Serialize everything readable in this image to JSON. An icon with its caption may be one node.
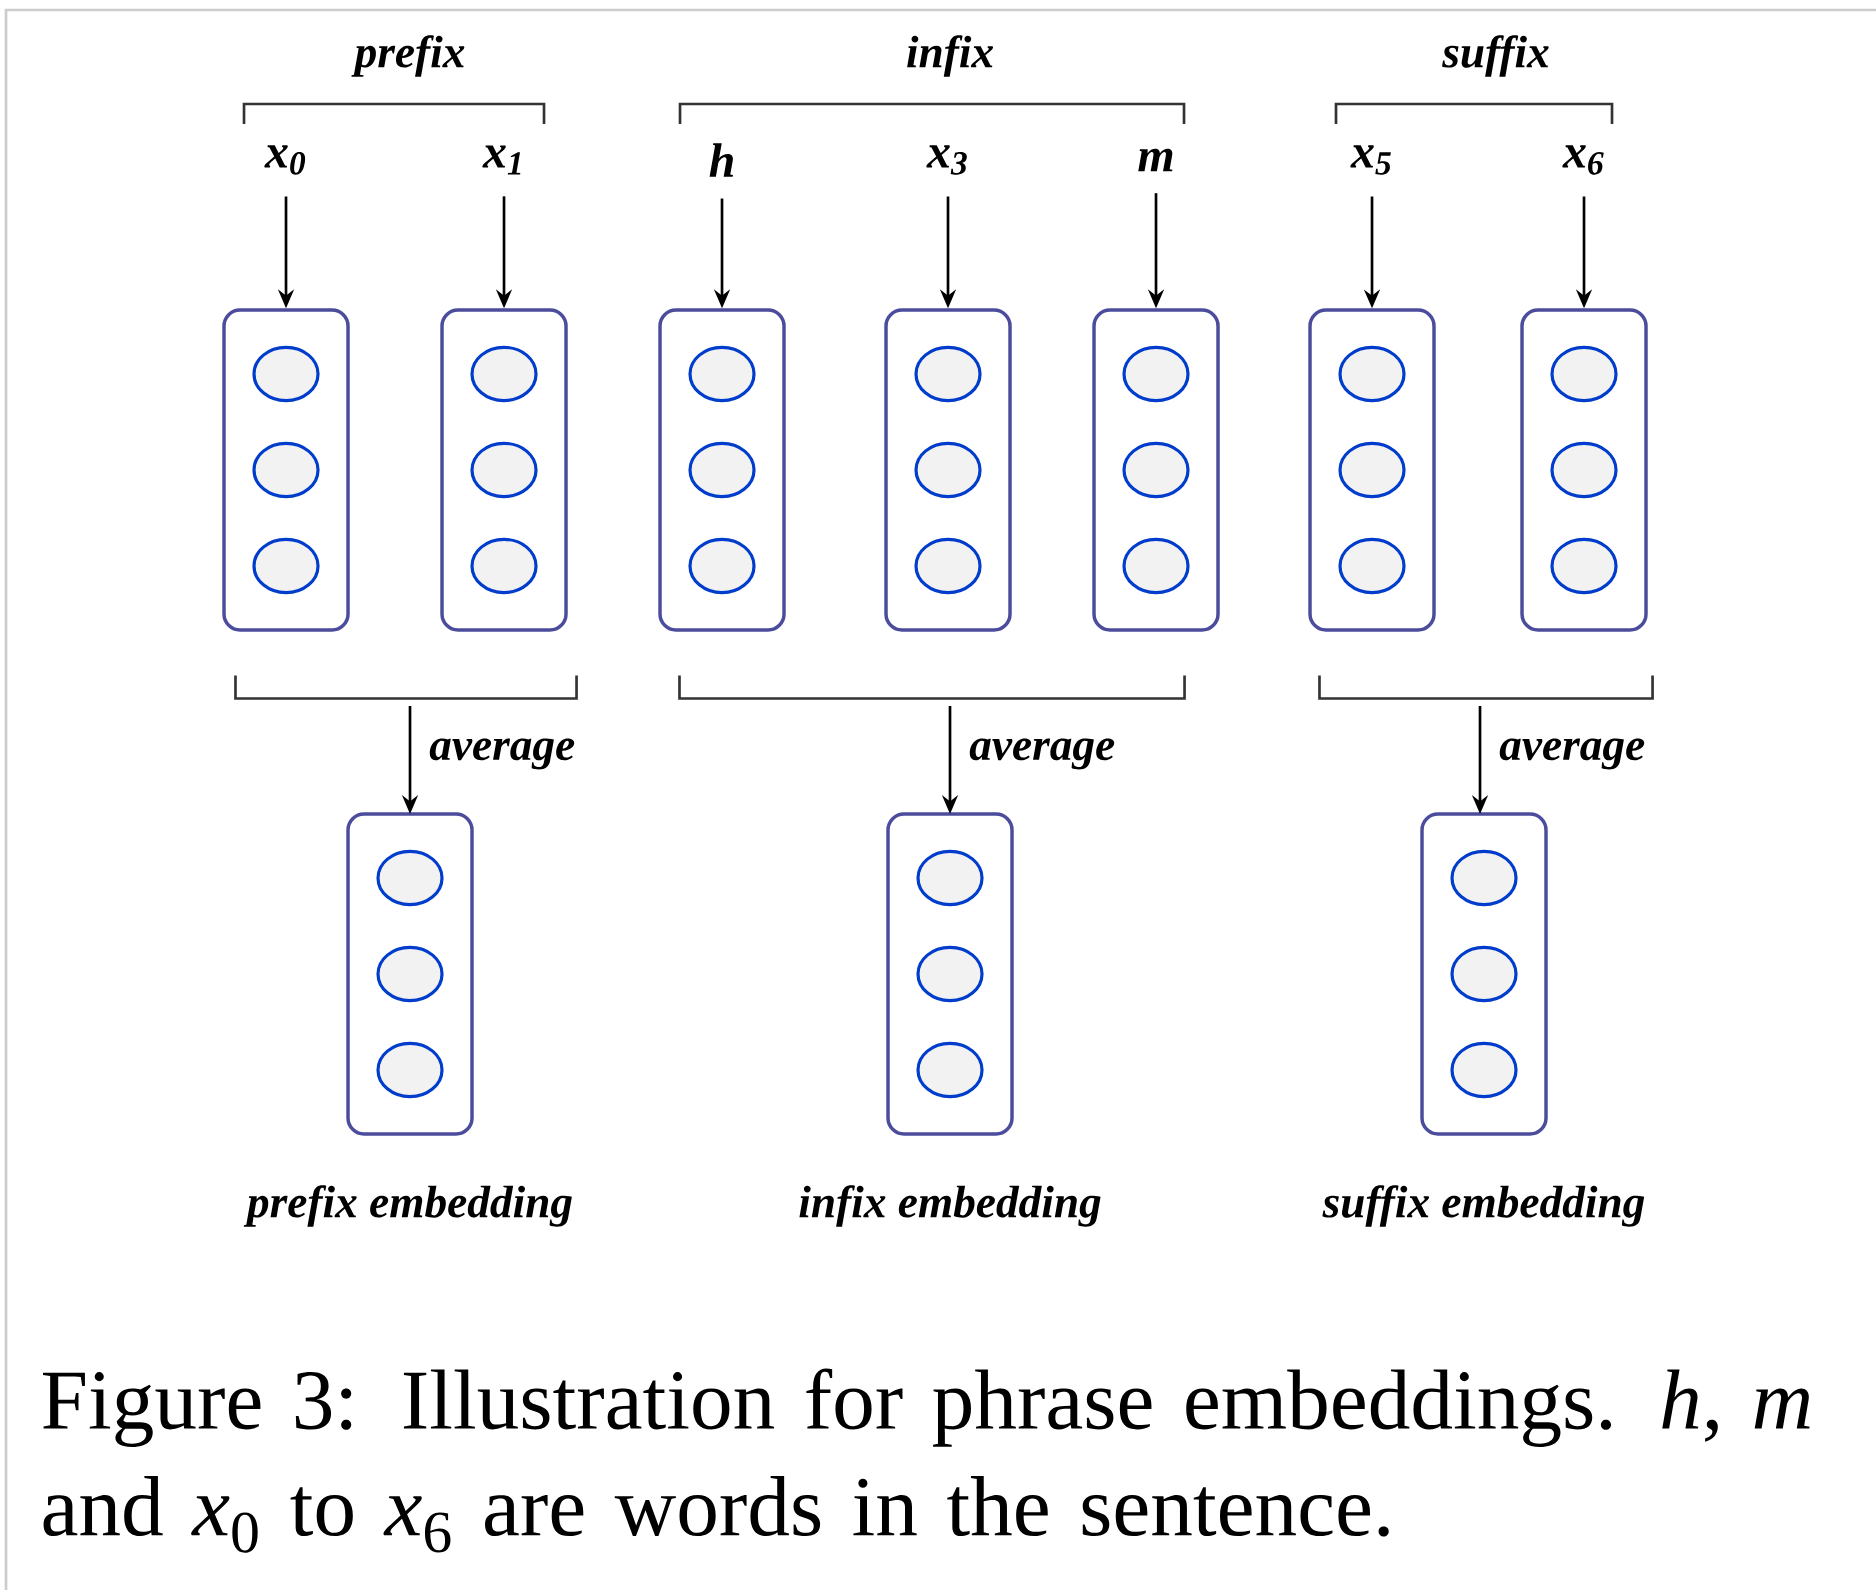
{
  "diagram": {
    "caption": "Figure 3: Illustration for phrase embeddings. *h*, *m* and *x*$_{0}$ to *x*$_{6}$ are words in the sentence.",
    "nodes": [
      {
        "text": [
          "x$_{0}$"
        ]
      },
      {
        "text": [
          "x$_{1}$"
        ]
      },
      {
        "text": [
          "h"
        ]
      },
      {
        "text": [
          "x$_{3}$"
        ]
      },
      {
        "text": [
          "m"
        ]
      },
      {
        "text": [
          "x$_{5}$"
        ]
      },
      {
        "text": [
          "x$_{6}$"
        ]
      },
      {
        "text": [],
        "shape": "box"
      },
      {
        "text": [],
        "shape": "box"
      },
      {
        "text": [],
        "shape": "box"
      },
      {
        "text": [],
        "shape": "box"
      },
      {
        "text": [],
        "shape": "box"
      },
      {
        "text": [],
        "shape": "box"
      },
      {
        "text": [],
        "shape": "box"
      },
      {
        "text": [],
        "shape": "bracket"
      },
      {
        "text": [],
        "shape": "bracket"
      },
      {
        "text": [],
        "shape": "bracket"
      },
      {
        "text": [],
        "shape": "box",
        "beside": [
          "prefix embedding"
        ]
      },
      {
        "text": [],
        "shape": "box",
        "beside": [
          "infix embedding"
        ]
      },
      {
        "text": [],
        "shape": "box",
        "beside": [
          "suffix embedding"
        ]
      }
    ],
    "edges": [
      {
        "from": 0,
        "to": 7,
        "arrow": "to"
      },
      {
        "from": 1,
        "to": 8,
        "arrow": "to"
      },
      {
        "from": 2,
        "to": 9,
        "arrow": "to"
      },
      {
        "from": 3,
        "to": 10,
        "arrow": "to"
      },
      {
        "from": 4,
        "to": 11,
        "arrow": "to"
      },
      {
        "from": 5,
        "to": 12,
        "arrow": "to"
      },
      {
        "from": 6,
        "to": 13,
        "arrow": "to"
      },
      {
        "from": 14,
        "to": 17,
        "arrow": "to",
        "label": "average"
      },
      {
        "from": 15,
        "to": 18,
        "arrow": "to",
        "label": "average"
      },
      {
        "from": 16,
        "to": 19,
        "arrow": "to",
        "label": "average"
      }
    ],
    "labels": [
      "prefix",
      "infix",
      "suffix"
    ]
  }
}
